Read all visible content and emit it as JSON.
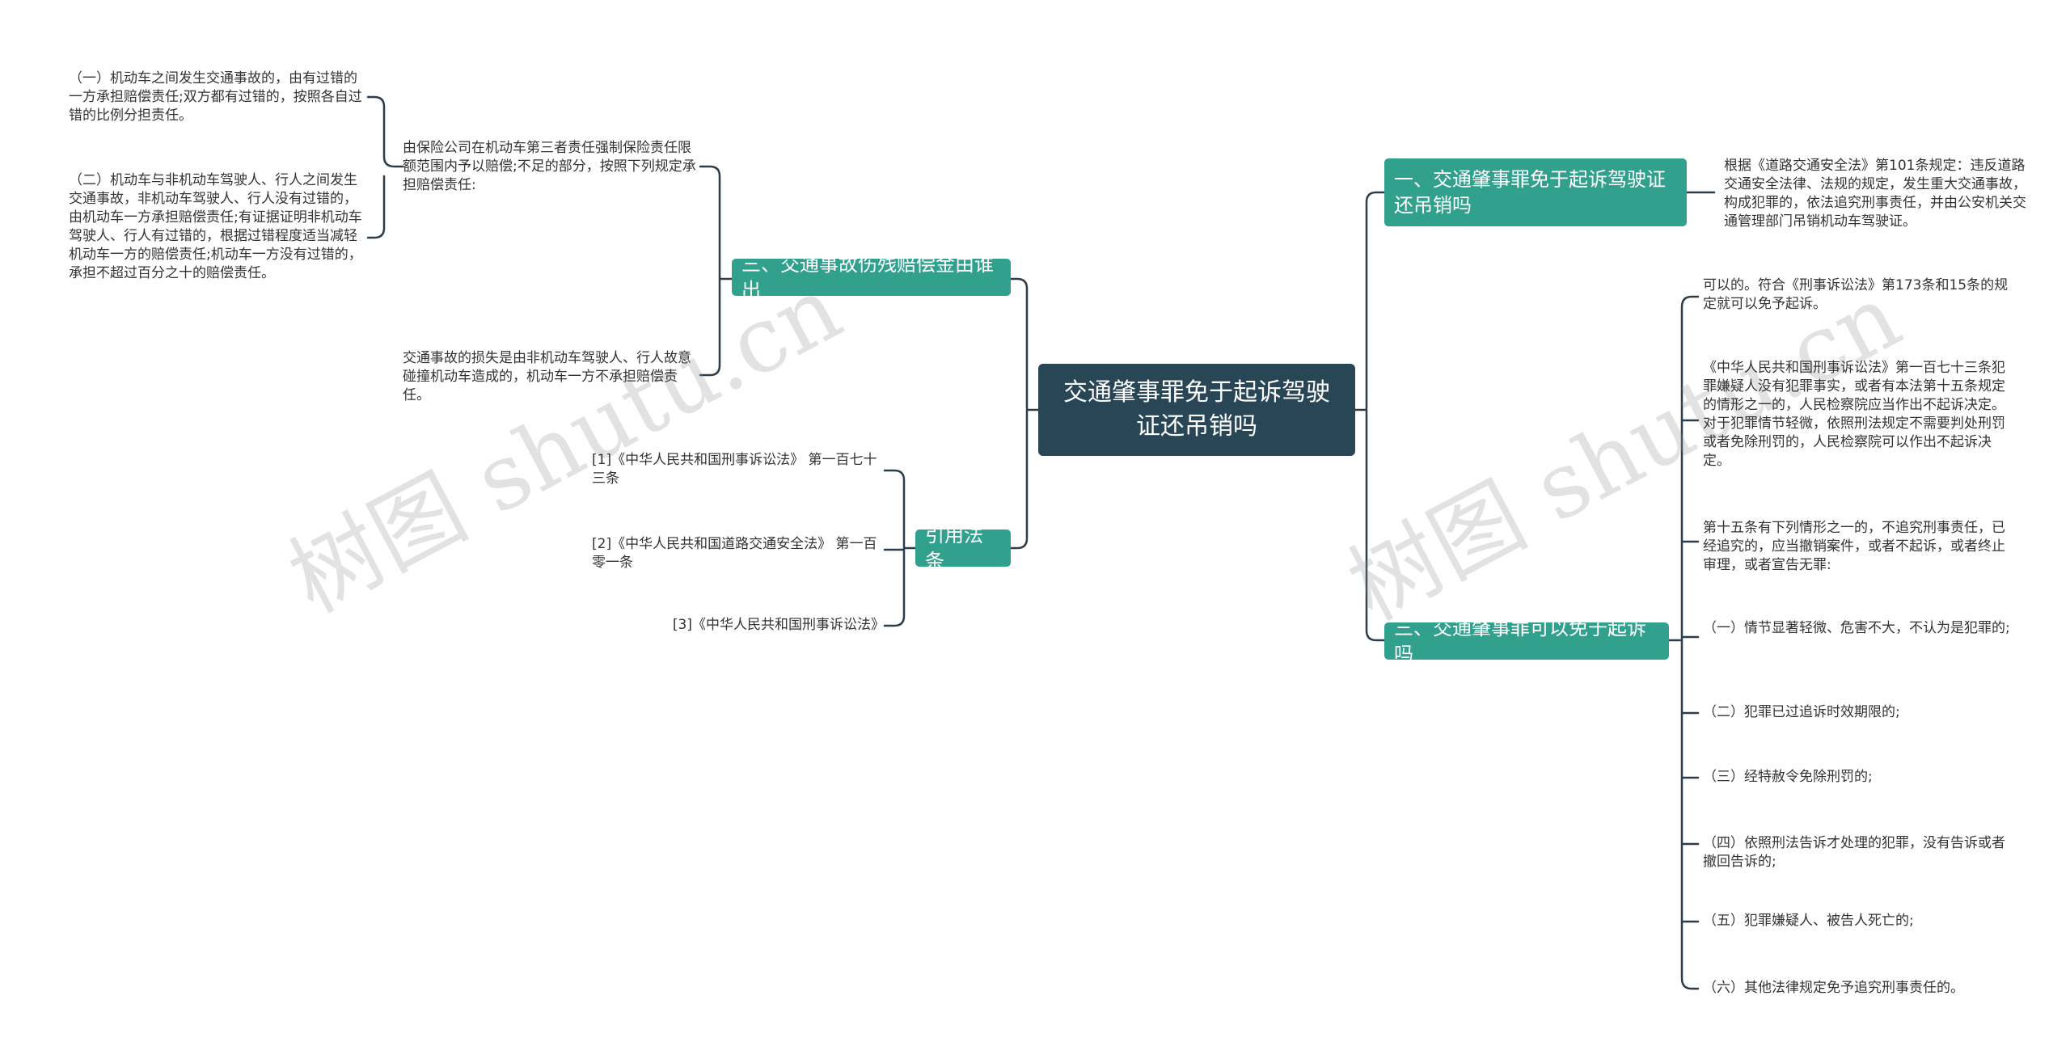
{
  "root": {
    "title": "交通肇事罪免于起诉驾驶证还吊销吗"
  },
  "branches": {
    "b1": {
      "label": "一、交通肇事罪免于起诉驾驶证还吊销吗",
      "leaves": [
        "根据《道路交通安全法》第101条规定：违反道路交通安全法律、法规的规定，发生重大交通事故，构成犯罪的，依法追究刑事责任，并由公安机关交通管理部门吊销机动车驾驶证。"
      ]
    },
    "b2": {
      "label": "三、交通肇事罪可以免于起诉吗",
      "leaves": [
        "可以的。符合《刑事诉讼法》第173条和15条的规定就可以免予起诉。",
        "《中华人民共和国刑事诉讼法》第一百七十三条犯罪嫌疑人没有犯罪事实，或者有本法第十五条规定的情形之一的，人民检察院应当作出不起诉决定。对于犯罪情节轻微，依照刑法规定不需要判处刑罚或者免除刑罚的，人民检察院可以作出不起诉决定。",
        "第十五条有下列情形之一的，不追究刑事责任，已经追究的，应当撤销案件，或者不起诉，或者终止审理，或者宣告无罪:",
        "（一）情节显著轻微、危害不大，不认为是犯罪的;",
        "（二）犯罪已过追诉时效期限的;",
        "（三）经特赦令免除刑罚的;",
        "（四）依照刑法告诉才处理的犯罪，没有告诉或者撤回告诉的;",
        "（五）犯罪嫌疑人、被告人死亡的;",
        "（六）其他法律规定免予追究刑事责任的。"
      ]
    },
    "b3": {
      "label": "三、交通事故伤残赔偿金由谁出",
      "sub1": {
        "text": "由保险公司在机动车第三者责任强制保险责任限额范围内予以赔偿;不足的部分，按照下列规定承担赔偿责任:",
        "leaves": [
          "（一）机动车之间发生交通事故的，由有过错的一方承担赔偿责任;双方都有过错的，按照各自过错的比例分担责任。",
          "（二）机动车与非机动车驾驶人、行人之间发生交通事故，非机动车驾驶人、行人没有过错的，由机动车一方承担赔偿责任;有证据证明非机动车驾驶人、行人有过错的，根据过错程度适当减轻机动车一方的赔偿责任;机动车一方没有过错的，承担不超过百分之十的赔偿责任。"
        ]
      },
      "sub2": {
        "text": "交通事故的损失是由非机动车驾驶人、行人故意碰撞机动车造成的，机动车一方不承担赔偿责任。"
      }
    },
    "b4": {
      "label": "引用法条",
      "leaves": [
        "[1]《中华人民共和国刑事诉讼法》 第一百七十三条",
        "[2]《中华人民共和国道路交通安全法》 第一百零一条",
        "[3]《中华人民共和国刑事诉讼法》"
      ]
    }
  },
  "watermarks": [
    "树图 shutu.cn",
    "树图 shutu.cn"
  ],
  "colors": {
    "root": "#284655",
    "branch": "#31a18d",
    "line": "#2c3e4a",
    "text": "#333333"
  }
}
